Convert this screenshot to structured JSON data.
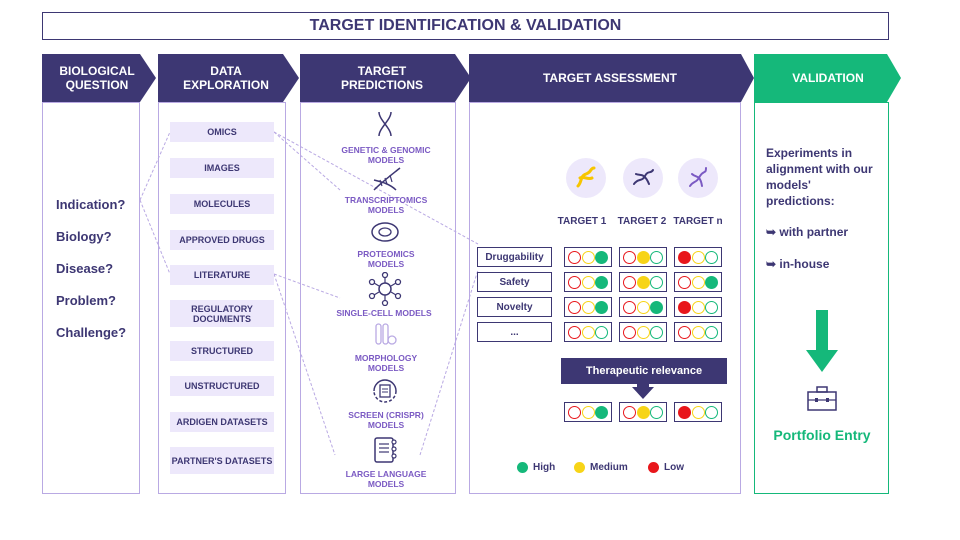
{
  "title": "TARGET IDENTIFICATION & VALIDATION",
  "stages": [
    {
      "label": "BIOLOGICAL QUESTION"
    },
    {
      "label": "DATA EXPLORATION"
    },
    {
      "label": "TARGET PREDICTIONS"
    },
    {
      "label": "TARGET ASSESSMENT"
    },
    {
      "label": "VALIDATION"
    }
  ],
  "questions": [
    "Indication?",
    "Biology?",
    "Disease?",
    "Problem?",
    "Challenge?"
  ],
  "data_sources": [
    "OMICS",
    "IMAGES",
    "MOLECULES",
    "APPROVED DRUGS",
    "LITERATURE",
    "REGULATORY DOCUMENTS",
    "STRUCTURED",
    "UNSTRUCTURED",
    "ARDIGEN DATASETS",
    "PARTNER'S DATASETS"
  ],
  "models": [
    {
      "label": "GENETIC & GENOMIC MODELS",
      "icon": "dna-helix-icon"
    },
    {
      "label": "TRANSCRIPTOMICS MODELS",
      "icon": "dna-strand-icon"
    },
    {
      "label": "PROTEOMICS MODELS",
      "icon": "protein-icon"
    },
    {
      "label": "SINGLE-CELL MODELS",
      "icon": "cell-network-icon"
    },
    {
      "label": "MORPHOLOGY MODELS",
      "icon": "lab-tubes-icon"
    },
    {
      "label": "SCREEN (CRISPR) MODELS",
      "icon": "screen-cycle-icon"
    },
    {
      "label": "LARGE LANGUAGE MODELS",
      "icon": "document-icon"
    }
  ],
  "targets": [
    "TARGET 1",
    "TARGET 2",
    "TARGET n"
  ],
  "criteria": [
    {
      "label": "Druggability",
      "ratings": [
        "high",
        "medium",
        "low"
      ]
    },
    {
      "label": "Safety",
      "ratings": [
        "high",
        "medium",
        "high"
      ]
    },
    {
      "label": "Novelty",
      "ratings": [
        "high",
        "high",
        "low"
      ]
    },
    {
      "label": "...",
      "ratings": [
        "none",
        "none",
        "none"
      ]
    }
  ],
  "therapeutic_relevance": {
    "label": "Therapeutic relevance",
    "ratings": [
      "high",
      "medium",
      "low"
    ]
  },
  "legend": [
    {
      "label": "High",
      "color": "#15b87a"
    },
    {
      "label": "Medium",
      "color": "#f7d417"
    },
    {
      "label": "Low",
      "color": "#e8161b"
    }
  ],
  "validation": {
    "text": "Experiments in alignment with our models' predictions:",
    "options": [
      "➥ with partner",
      "➥ in-house"
    ],
    "portfolio": "Portfolio Entry",
    "icon": "briefcase-icon"
  },
  "colors": {
    "primary": "#3d3773",
    "accent": "#15b87a",
    "light": "#ede8fb",
    "model_text": "#7b5ac3",
    "red": "#e8161b",
    "yellow": "#f7d417",
    "green": "#15b87a"
  }
}
